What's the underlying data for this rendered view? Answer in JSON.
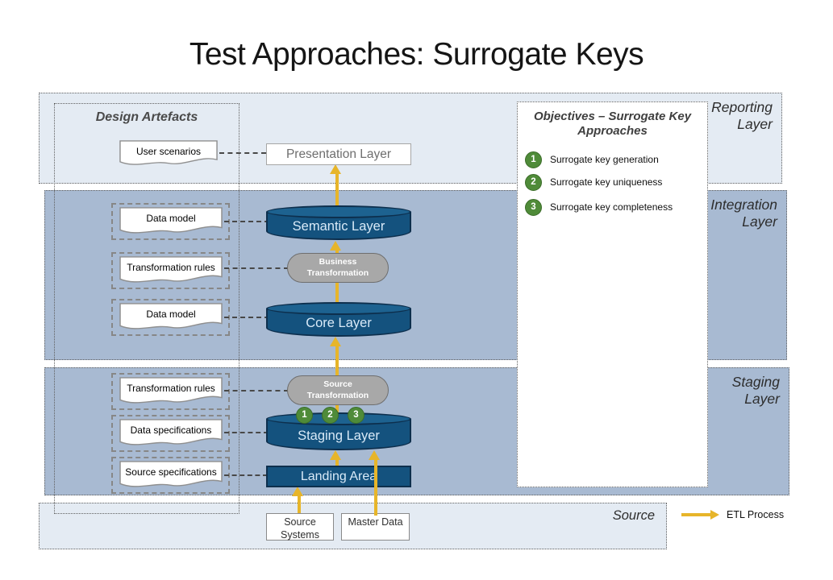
{
  "title": "Test Approaches: Surrogate Keys",
  "bands": {
    "reporting": "Reporting Layer",
    "integration": "Integration Layer",
    "staging": "Staging Layer",
    "source": "Source"
  },
  "design_artefacts": {
    "title": "Design Artefacts",
    "items": [
      "User scenarios",
      "Data model",
      "Transformation rules",
      "Data model",
      "Transformation rules",
      "Data specifications",
      "Source specifications"
    ]
  },
  "nodes": {
    "presentation_layer": "Presentation Layer",
    "semantic_layer": "Semantic Layer",
    "business_transformation": "Business Transformation",
    "core_layer": "Core Layer",
    "source_transformation": "Source Transformation",
    "staging_layer": "Staging Layer",
    "landing_area": "Landing Area",
    "source_systems": "Source Systems",
    "master_data": "Master Data"
  },
  "staging_badges": [
    "1",
    "2",
    "3"
  ],
  "objectives": {
    "title": "Objectives – Surrogate Key Approaches",
    "items": [
      {
        "num": "1",
        "text": "Surrogate key generation"
      },
      {
        "num": "2",
        "text": "Surrogate key uniqueness"
      },
      {
        "num": "3",
        "text": "Surrogate key completeness"
      }
    ]
  },
  "legend": {
    "etl_process": "ETL Process"
  },
  "colors": {
    "band_light": "#e4ebf3",
    "band_dark": "#a8bad2",
    "cyl_body": "#14527e",
    "cyl_top": "#1d6290",
    "cyl_stroke": "#0d2f4d",
    "gray_shape": "#a8a8a8",
    "badge_green": "#4f8b39",
    "arrow_gold": "#e7b52a"
  }
}
